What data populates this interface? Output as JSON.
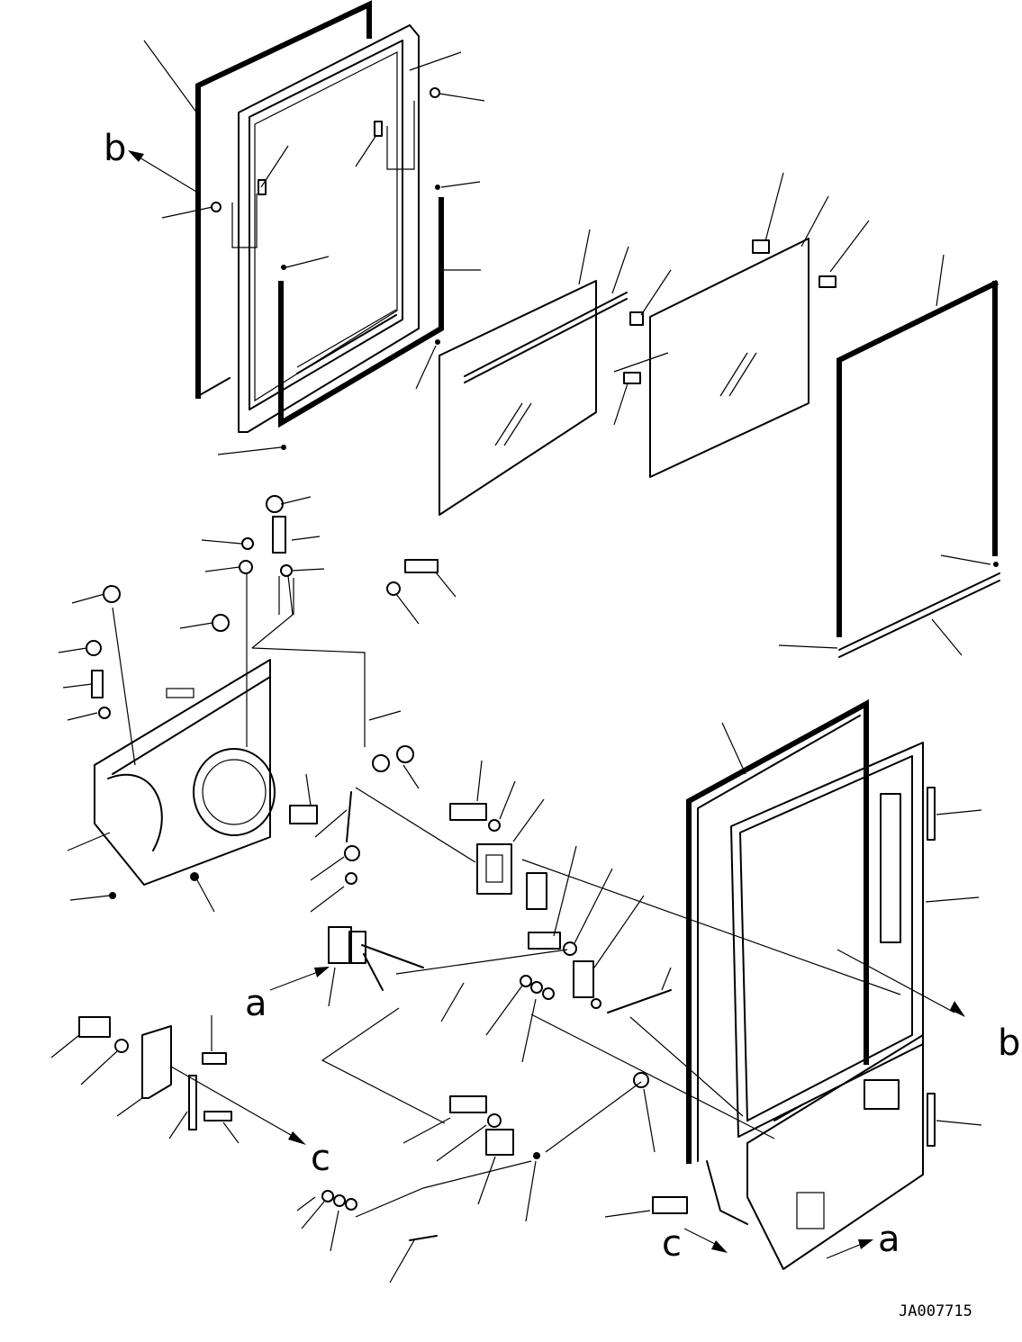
{
  "diagram": {
    "view_labels": [
      "a",
      "a",
      "b",
      "b",
      "c",
      "c"
    ],
    "drawing_code": "JA007715"
  }
}
